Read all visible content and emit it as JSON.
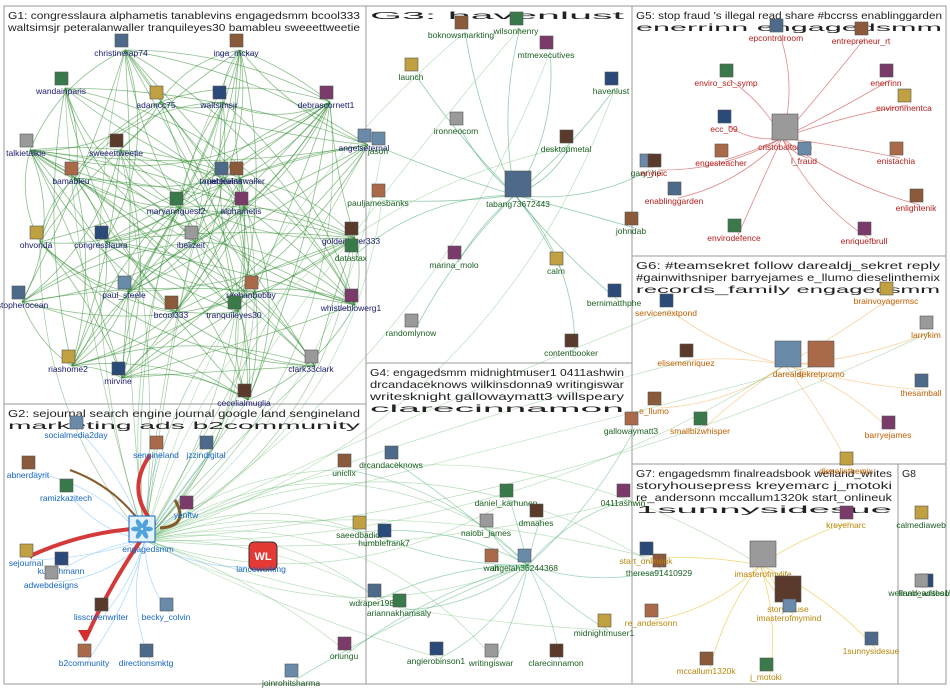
{
  "panels": [
    {
      "id": "G1",
      "title_lines": [
        "G1: congresslaura alphametis tanablevins engagedsmm bcool333",
        "waltsimsjr peteralanwaller tranquileyes30 bamableu sweeettweetie"
      ],
      "edge_color": "#2e8b2e",
      "label_color": "#1a1a6e"
    },
    {
      "id": "G2",
      "title_lines": [
        "G2: sejournal search engine journal google land sengineland",
        "marketing ads b2community"
      ],
      "edge_color": "#7a4a1a",
      "label_color": "#1565c0"
    },
    {
      "id": "G3",
      "title_lines": [
        "G3: havenlust"
      ],
      "edge_color": "#3aa36b",
      "label_color": "#1b5e20"
    },
    {
      "id": "G4",
      "title_lines": [
        "G4: engagedsmm midnightmuser1 0411ashwin",
        "drcandaceknows wilkinsdonna9 writingiswar",
        "writesknight gallowaymatt3 willspeary",
        "clarecinnamon"
      ],
      "edge_color": "#3aa36b",
      "label_color": "#1b5e20"
    },
    {
      "id": "G5",
      "title_lines": [
        "G5: stop fraud 's illegal read share #bccrss enablinggarden",
        "enerrinn engagedsmm"
      ],
      "edge_color": "#c62828",
      "label_color": "#b71c1c"
    },
    {
      "id": "G6",
      "title_lines": [
        "G6: #teamsekret follow darealdj_sekret reply",
        "#gainwithsniper barryejames e_llumo dieselinthemix",
        "records_family engagedsmm"
      ],
      "edge_color": "#f0a030",
      "label_color": "#c06000"
    },
    {
      "id": "G7",
      "title_lines": [
        "G7: engagedsmm finalreadsbook weiland_writes",
        "storyhousepress kreyemarc j_motoki",
        "re_andersonn mccallum1320k start_onlineuk",
        "1sunnysidesue"
      ],
      "edge_color": "#e6b800",
      "label_color": "#b8860b"
    },
    {
      "id": "G8",
      "title_lines": [
        "G8"
      ],
      "edge_color": "#3aa36b",
      "label_color": "#1b5e20"
    }
  ],
  "nodes": {
    "G1": [
      "christinerap74",
      "inga_mckay",
      "wandainparis",
      "debrascornett1",
      "adamcc75",
      "waltsimsjr",
      "talkietalkie",
      "sweeettweetie",
      "angelseternal",
      "bamableu",
      "tanablevins",
      "peteralanwaller",
      "maryannguest2",
      "alphametis",
      "ohvonda",
      "congresslaura",
      "ibelizeit",
      "goldenlover333",
      "paul_steele",
      "raehanbobby",
      "cristopherocean",
      "bcool333",
      "tranquileyes30",
      "whistleblowerg1",
      "riashome2",
      "mirvine",
      "clark33clark",
      "cecelialmuglia"
    ],
    "G2": [
      "socialmedia2day",
      "sengineland",
      "jzzindigital",
      "abnerdayrit",
      "ramizkazitech",
      "yenftw",
      "engagedsmm",
      "sejournal",
      "kurtlohmann",
      "adwebdesigns",
      "lisscreenwriter",
      "becky_colvin",
      "lanceworking",
      "b2community",
      "directionsmktg"
    ],
    "G3": [
      "boknowsmarkting",
      "wilsonhenry",
      "mtmexecutives",
      "launch",
      "havenlust",
      "ironneocom",
      "desktopmetal",
      "jason",
      "pauljamesbanks",
      "tabang73672443",
      "johndab",
      "datastax",
      "marina_molo",
      "calm",
      "bernimatthphe",
      "randomlynow",
      "contentbooker",
      "gary_he"
    ],
    "G4": [
      "gallowaymatt3",
      "drcandaceknows",
      "uniclix",
      "daniel_karhunen",
      "0411ashwin",
      "saeedbadiol",
      "humblefrank7",
      "naiobi_james",
      "dmaahes",
      "angelah36244368",
      "walt",
      "wdraper1981",
      "theresa91410929",
      "ariannakhamsaly",
      "oriungu",
      "midnightmuser1",
      "angierobinson1",
      "writingiswar",
      "clarecinnamon",
      "joinrohitsharma"
    ],
    "G5": [
      "engesteacher",
      "epcontrolroom",
      "entrepreneur_rt",
      "enviro_sci_symp",
      "enerrinn",
      "environmentca",
      "ecc_09",
      "cristobaltorre6",
      "enyipic",
      "l_fraud",
      "enistachia",
      "enablinggarden",
      "enlightenik",
      "envirodefence",
      "enriquefbrull"
    ],
    "G6": [
      "brainvoyagermsc",
      "servicenextpond",
      "larrykim",
      "elisemenriquez",
      "darealdj",
      "sekretpromo",
      "thesamball",
      "e_llumo",
      "smallbizwhisper",
      "barryejames",
      "dieselinthemix"
    ],
    "G7": [
      "start_onlineuk",
      "imasterofmylife",
      "storyhouse",
      "imasterofmymind",
      "re_andersonn",
      "1sunnysidesue",
      "mccallum1320k",
      "j_motoki",
      "kreyemarc"
    ],
    "G8": [
      "calmediaweb",
      "finalreadsbook",
      "weiland_writes15"
    ]
  },
  "badges": {
    "lanceworking": "WL"
  }
}
